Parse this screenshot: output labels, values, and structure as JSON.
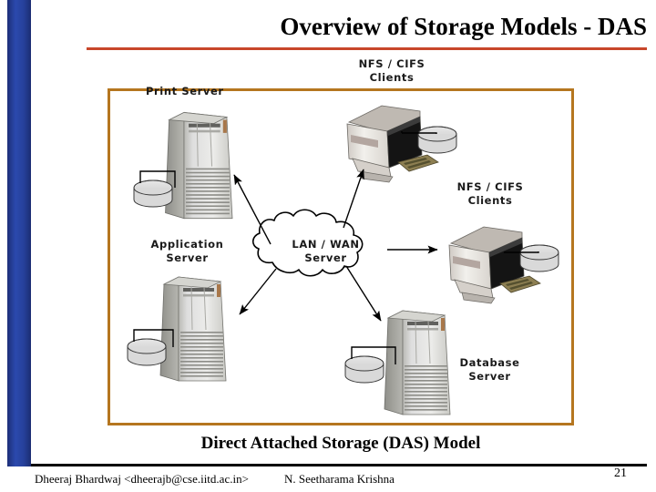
{
  "slide": {
    "title": "Overview of Storage Models - DAS",
    "page_number": "21",
    "accent_rule_color": "#c8472b",
    "sidebar_color": "#26409a",
    "frame_color": "#b5761f"
  },
  "diagram": {
    "caption": "Direct Attached Storage (DAS) Model",
    "labels": {
      "nfs_clients_top": "NFS / CIFS\nClients",
      "print_server": "Print Server",
      "nfs_clients_right": "NFS / CIFS\nClients",
      "application_server": "Application\nServer",
      "lan_wan_server": "LAN / WAN\nServer",
      "database_server": "Database\nServer"
    },
    "nodes": [
      {
        "id": "print-server",
        "kind": "server-tower",
        "label": "Print Server"
      },
      {
        "id": "application-server",
        "kind": "server-tower",
        "label": "Application Server"
      },
      {
        "id": "database-server",
        "kind": "server-tower",
        "label": "Database Server"
      },
      {
        "id": "nfs-client-top",
        "kind": "workstation",
        "label": "NFS / CIFS Clients"
      },
      {
        "id": "nfs-client-right",
        "kind": "workstation",
        "label": "NFS / CIFS Clients"
      },
      {
        "id": "lan-wan-cloud",
        "kind": "network-cloud",
        "label": "LAN / WAN Server"
      }
    ],
    "connections": [
      {
        "from": "lan-wan-cloud",
        "to": "print-server",
        "style": "arrow"
      },
      {
        "from": "lan-wan-cloud",
        "to": "nfs-client-top",
        "style": "arrow"
      },
      {
        "from": "lan-wan-cloud",
        "to": "nfs-client-right",
        "style": "arrow"
      },
      {
        "from": "lan-wan-cloud",
        "to": "application-server",
        "style": "arrow"
      },
      {
        "from": "lan-wan-cloud",
        "to": "database-server",
        "style": "arrow"
      }
    ]
  },
  "footer": {
    "author": "Dheeraj Bhardwaj <dheerajb@cse.iitd.ac.in>",
    "coauthor": "N. Seetharama Krishna"
  }
}
